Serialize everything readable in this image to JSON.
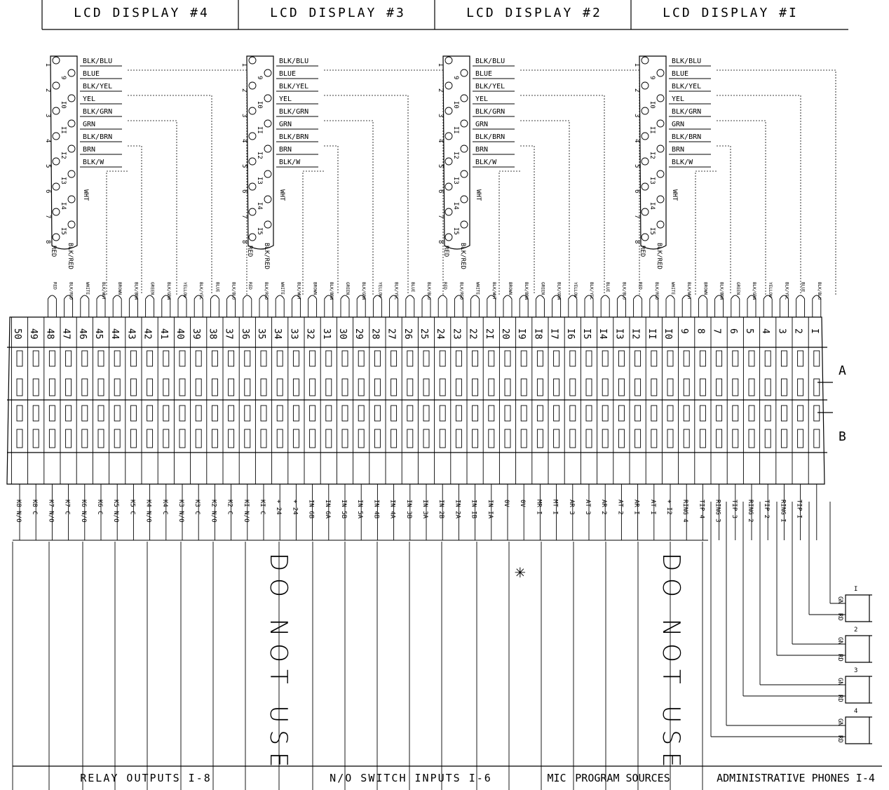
{
  "headers": [
    {
      "label": "LCD DISPLAY #4"
    },
    {
      "label": "LCD DISPLAY #3"
    },
    {
      "label": "LCD DISPLAY #2"
    },
    {
      "label": "LCD DISPLAY #I"
    }
  ],
  "dsub": {
    "pin_numbers": [
      "I",
      "9",
      "2",
      "I0",
      "3",
      "II",
      "4",
      "I2",
      "5",
      "I3",
      "6",
      "I4",
      "7",
      "I5",
      "8"
    ],
    "wire_labels": [
      "BLK/BLU",
      "BLUE",
      "BLK/YEL",
      "YEL",
      "BLK/GRN",
      "GRN",
      "BLK/BRN",
      "BRN",
      "BLK/W"
    ],
    "side_labels": {
      "wht": "WHT",
      "red": "RED",
      "blk_red": "BLK/RED"
    }
  },
  "block": {
    "row_a_label": "A",
    "row_b_label": "B",
    "pins": [
      "50",
      "49",
      "48",
      "47",
      "46",
      "45",
      "44",
      "43",
      "42",
      "41",
      "40",
      "39",
      "38",
      "37",
      "36",
      "35",
      "34",
      "33",
      "32",
      "31",
      "30",
      "29",
      "28",
      "27",
      "26",
      "25",
      "24",
      "23",
      "22",
      "21",
      "20",
      "19",
      "18",
      "17",
      "16",
      "15",
      "14",
      "13",
      "12",
      "11",
      "10",
      "9",
      "8",
      "7",
      "6",
      "5",
      "4",
      "3",
      "2",
      "1"
    ],
    "display_pins": [
      "50",
      "49",
      "48",
      "47",
      "46",
      "45",
      "44",
      "43",
      "42",
      "41",
      "40",
      "39",
      "38",
      "37",
      "36",
      "35",
      "34",
      "33",
      "32",
      "31",
      "30",
      "29",
      "28",
      "27",
      "26",
      "25",
      "24",
      "23",
      "22",
      "2I",
      "20",
      "I9",
      "I8",
      "I7",
      "I6",
      "I5",
      "I4",
      "I3",
      "I2",
      "II",
      "I0",
      "9",
      "8",
      "7",
      "6",
      "5",
      "4",
      "3",
      "2",
      "I"
    ],
    "top_wire_labels": [
      "",
      "",
      "RED",
      "BLK/RED",
      "WHITE",
      "BLK/WHT",
      "BROWN",
      "BLK/BRN",
      "GREEN",
      "BLK/GRN",
      "YELLOW",
      "BLK/YEL",
      "BLUE",
      "BLK/BLU",
      "RED",
      "BLK/RED",
      "WHITE",
      "BLK/WHT",
      "BROWN",
      "BLK/BRN",
      "GREEN",
      "BLK/GRN",
      "YELLOW",
      "BLK/YEL",
      "BLUE",
      "BLK/BLU",
      "RED",
      "BLK/RED",
      "WHITE",
      "BLK/WHT",
      "BROWN",
      "BLK/BRN",
      "GREEN",
      "BLK/GRN",
      "YELLOW",
      "BLK/YEL",
      "BLUE",
      "BLK/BLU",
      "RED",
      "BLK/RED",
      "WHITE",
      "BLK/WHT",
      "BROWN",
      "BLK/BRN",
      "GREEN",
      "BLK/GRN",
      "YELLOW",
      "BLK/YEL",
      "BLUE",
      "BLK/BLU"
    ],
    "bottom_labels": [
      "K8 N/O",
      "K8 C",
      "K7 N/O",
      "K7 C",
      "K6 N/O",
      "K6 C",
      "K5 N/O",
      "K5 C",
      "K4 N/O",
      "K4 C",
      "K3 N/O",
      "K3 C",
      "K2 N/O",
      "K2 C",
      "KI N/O",
      "KI C",
      "+ 24",
      "+ 24",
      "IN 6B",
      "IN 6A",
      "IN 5B",
      "IN 5A",
      "IN 4B",
      "IN 4A",
      "IN 3B",
      "IN 3A",
      "IN 2B",
      "IN 2A",
      "IN IB",
      "IN IA",
      "0V",
      "0V",
      "MR I",
      "MT I",
      "AR 3",
      "AT 3",
      "AR 2",
      "AT 2",
      "AR I",
      "AT I",
      "+ I2",
      "RING 4",
      "TIP 4",
      "RING 3",
      "TIP 3",
      "RING 2",
      "TIP 2",
      "RING I",
      "TIP I",
      ""
    ]
  },
  "notes": {
    "do_not_use": "DO NOT USE",
    "asterisk": "✳"
  },
  "phones": {
    "ids": [
      "I",
      "2",
      "3",
      "4"
    ],
    "gn": "GN",
    "rd": "RD"
  },
  "footer": [
    {
      "label": "RELAY OUTPUTS I-8"
    },
    {
      "label": "N/O SWITCH INPUTS I-6"
    },
    {
      "label": "MIC"
    },
    {
      "label": "PROGRAM SOURCES"
    },
    {
      "label": "ADMINISTRATIVE PHONES I-4"
    }
  ]
}
